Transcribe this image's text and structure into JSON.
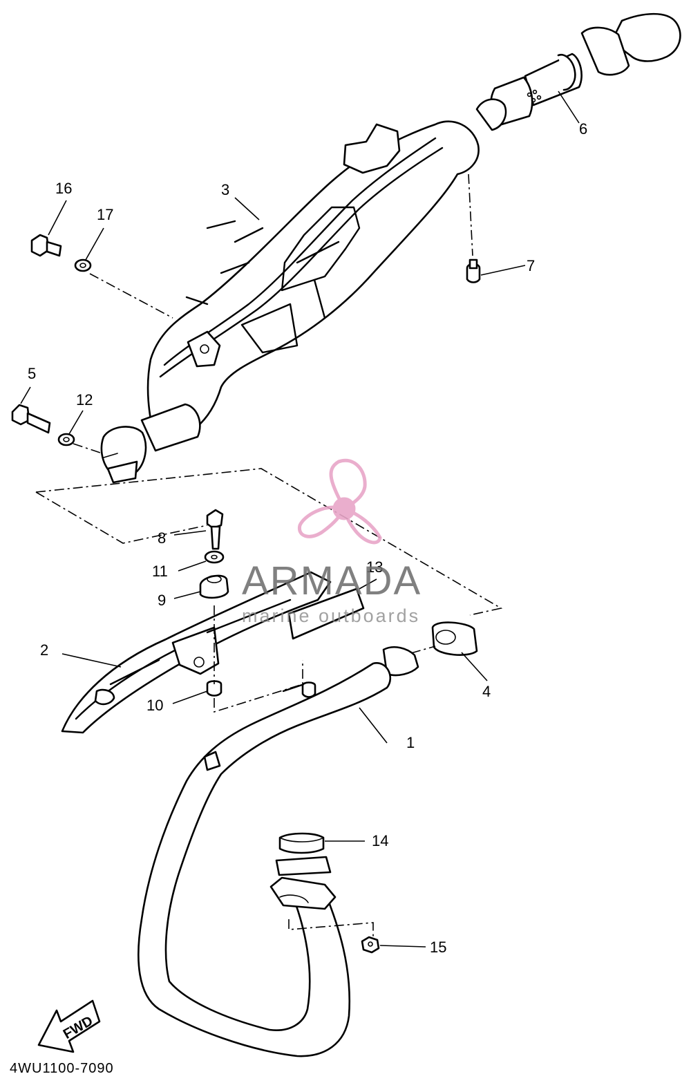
{
  "diagram": {
    "part_code": "4WU1100-7090",
    "direction_label": "FWD",
    "callouts": [
      "1",
      "2",
      "3",
      "4",
      "5",
      "6",
      "7",
      "8",
      "9",
      "10",
      "11",
      "12",
      "13",
      "14",
      "15",
      "16",
      "17"
    ]
  },
  "watermark": {
    "brand": "ARMADA",
    "tagline": "marine outboards",
    "logo_icon": "propeller-icon",
    "logo_color": "#e8a6c8"
  }
}
